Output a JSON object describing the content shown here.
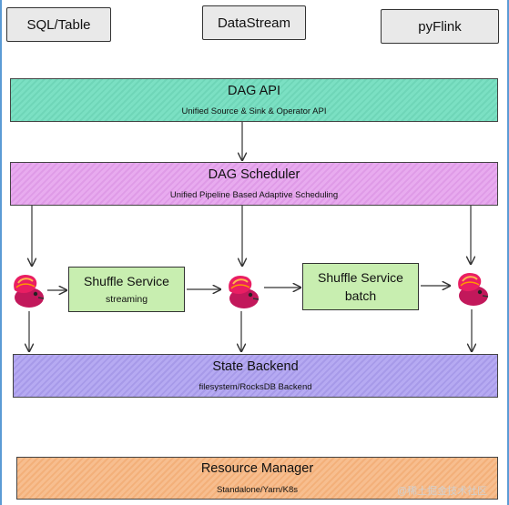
{
  "apis": [
    {
      "label": "SQL/Table"
    },
    {
      "label": "DataStream"
    },
    {
      "label": "pyFlink"
    }
  ],
  "layers": {
    "dag_api": {
      "title": "DAG  API",
      "subtitle": "Unified Source & Sink & Operator API",
      "color": "#7be0c3"
    },
    "dag_scheduler": {
      "title": "DAG Scheduler",
      "subtitle": "Unified Pipeline Based Adaptive Scheduling",
      "color": "#e8abef"
    },
    "state_backend": {
      "title": "State Backend",
      "subtitle": "filesystem/RocksDB Backend",
      "color": "#b6aaf2"
    },
    "resource_manager": {
      "title": "Resource Manager",
      "subtitle": "Standalone/Yarn/K8s",
      "color": "#f7be8f"
    }
  },
  "shuffle": [
    {
      "title": "Shuffle Service",
      "subtitle": "streaming"
    },
    {
      "title": "Shuffle Service",
      "subtitle": "batch"
    }
  ],
  "squirrel_icon": "flink-squirrel-icon",
  "watermark": "@稀土掘金技术社区"
}
